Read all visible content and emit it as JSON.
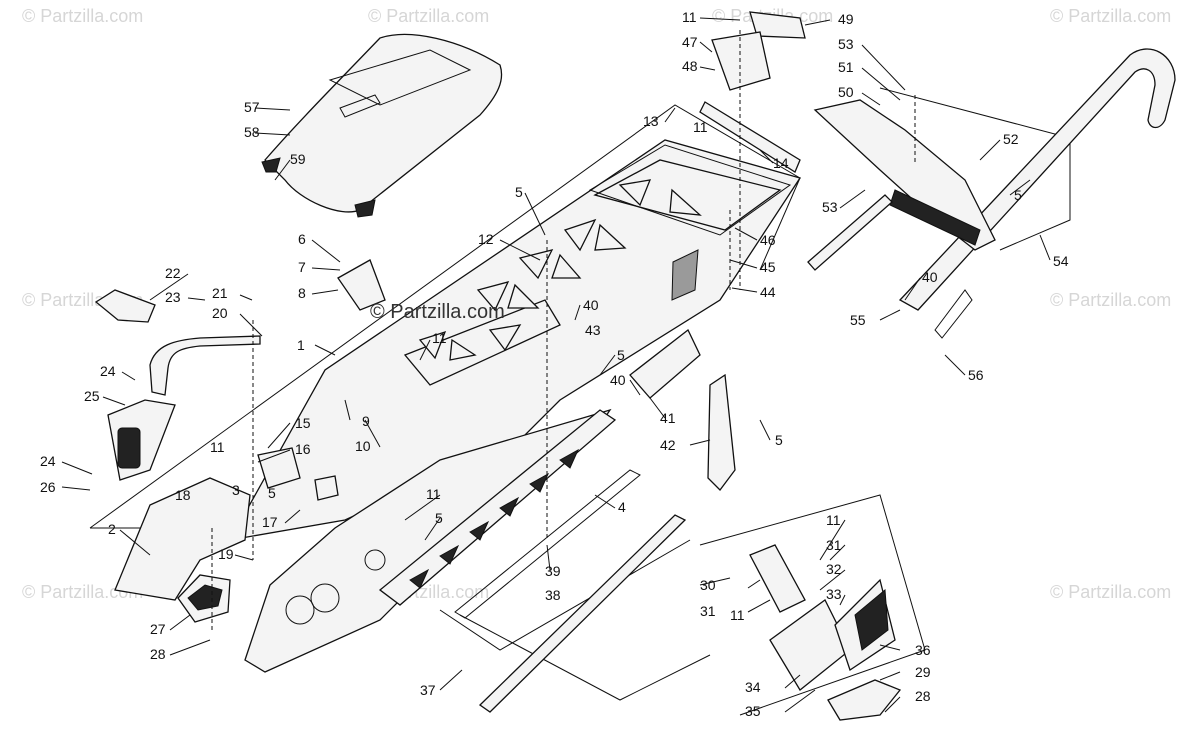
{
  "watermark": {
    "text": "© Partzilla.com",
    "center_text": "© Partzilla.com"
  },
  "callouts": [
    "1",
    "2",
    "3",
    "4",
    "5",
    "6",
    "7",
    "8",
    "9",
    "10",
    "11",
    "12",
    "13",
    "14",
    "15",
    "16",
    "17",
    "18",
    "19",
    "20",
    "21",
    "22",
    "23",
    "24",
    "25",
    "26",
    "27",
    "28",
    "29",
    "30",
    "31",
    "32",
    "33",
    "34",
    "35",
    "36",
    "37",
    "38",
    "39",
    "40",
    "41",
    "42",
    "43",
    "44",
    "45",
    "46",
    "47",
    "48",
    "49",
    "50",
    "51",
    "52",
    "53",
    "54",
    "55",
    "56",
    "57",
    "58",
    "59"
  ]
}
